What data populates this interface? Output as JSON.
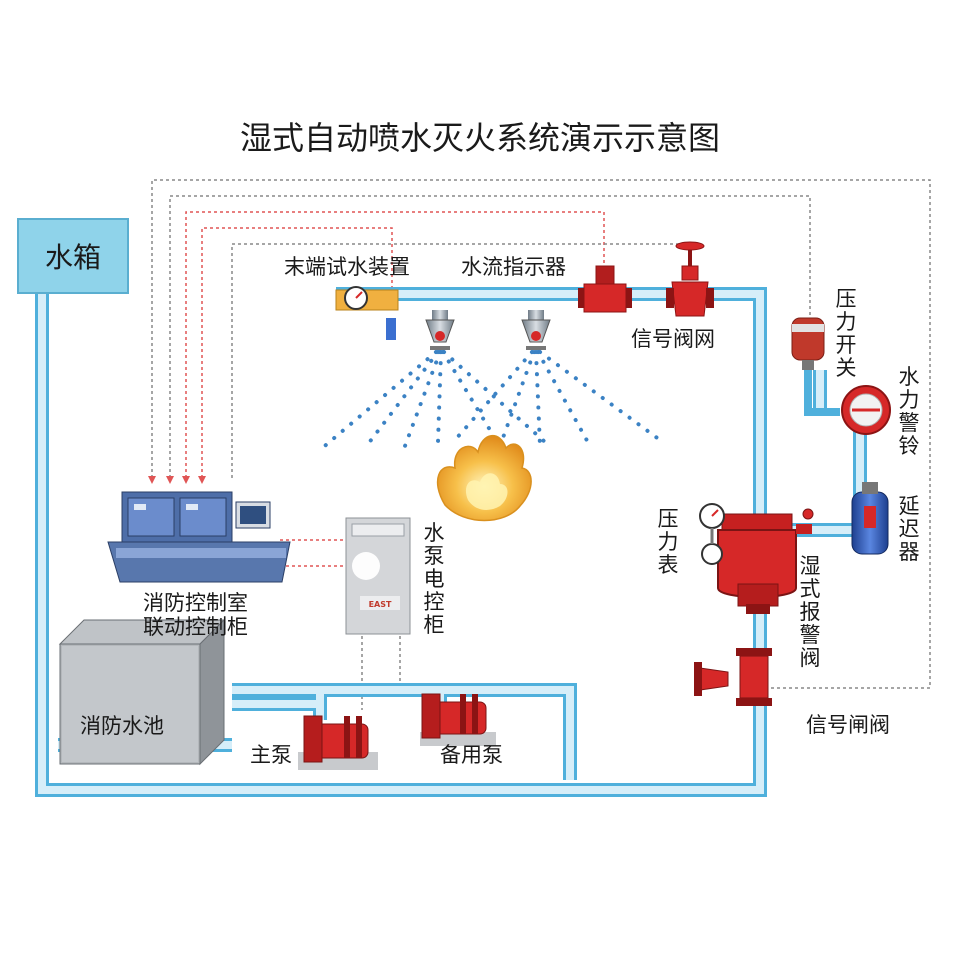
{
  "title": "湿式自动喷水灭火系统演示示意图",
  "labels": {
    "water_tank": "水箱",
    "end_test_device": "末端试水装置",
    "water_flow_indicator": "水流指示器",
    "signal_valve_top": "信号阀网",
    "pressure_switch": "压力开关",
    "water_alarm_bell": "水力警铃",
    "retard_chamber": "延迟器",
    "pressure_gauge": "压力表",
    "wet_alarm_valve": "湿式报警阀",
    "signal_gate_valve": "信号闸阀",
    "control_room_line1": "消防控制室",
    "control_room_line2": "联动控制柜",
    "pump_control_cabinet": "水泵电控柜",
    "fire_pool": "消防水池",
    "main_pump": "主泵",
    "backup_pump": "备用泵"
  },
  "cabinet_brand": "EAST",
  "colors": {
    "pipe_fill": "#d6eef9",
    "pipe_edge": "#4fb0dc",
    "valve_red": "#d62828",
    "spray_blue": "#3b82c4",
    "signal_line_red": "#e05555",
    "signal_line_gray": "#888888",
    "fire_orange": "#f0a020"
  }
}
